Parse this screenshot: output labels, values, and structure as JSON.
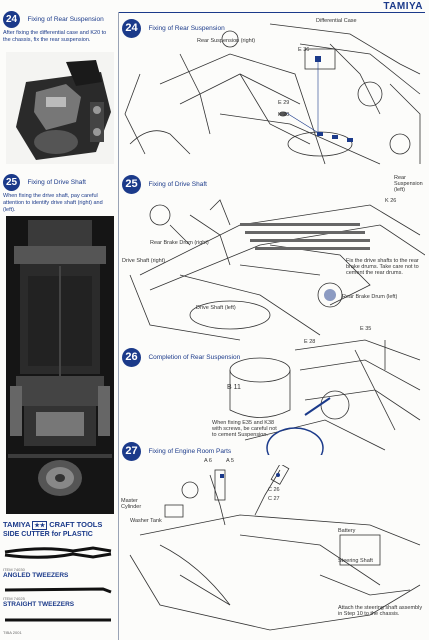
{
  "header": {
    "brand": "TAMIYA"
  },
  "steps": {
    "s24": {
      "number": "24",
      "title": "Fixing of Rear Suspension",
      "note": "After fixing the differential case and K20 to the chassis, fix the rear suspension.",
      "labels": {
        "diff_case": "Differential Case",
        "rear_susp_right": "Rear Suspension (right)",
        "e36": "E 36",
        "e29": "E 29",
        "k20": "K 20",
        "rear_susp": "Rear\nSuspension\n(left)",
        "k26": "K 26"
      }
    },
    "s25": {
      "number": "25",
      "title": "Fixing of Drive Shaft",
      "note": "When fixing the drive shaft, pay careful attention to identify drive shaft (right) and (left).",
      "labels": {
        "rear_brake_right": "Rear Brake Drum (right)",
        "drive_shaft_right": "Drive Shaft (right)",
        "drive_shaft_left": "Drive Shaft (left)",
        "rear_brake_left": "Rear Brake Drum (left)",
        "note_r": "Fix the drive shafts to the rear brake drums. Take care not to cement the rear drums."
      }
    },
    "s26": {
      "number": "26",
      "title": "Completion of Rear Suspension",
      "labels": {
        "e35": "E 35",
        "e28": "E 28",
        "b11": "B 11",
        "note": "When fixing E35 and K38 with screws, be careful not to cement Suspension."
      }
    },
    "s27": {
      "number": "27",
      "title": "Fixing of Engine Room Parts",
      "labels": {
        "a6": "A 6",
        "a5": "A 5",
        "c26": "C 26",
        "c27": "C 27",
        "master_cyl": "Master\nCylinder",
        "washer_tank": "Washer Tank",
        "battery": "Battery",
        "steering_shaft": "Steering Shaft",
        "note": "Attach the steering shaft assembly in Step 10 to the chassis."
      }
    }
  },
  "tools": {
    "brand": "TAMIYA",
    "title": "CRAFT TOOLS",
    "items": [
      {
        "caption": "",
        "name": "SIDE CUTTER for PLASTIC"
      },
      {
        "caption": "ITEM 74030",
        "name": "ANGLED TWEEZERS"
      },
      {
        "caption": "ITEM 74025",
        "name": "STRAIGHT TWEEZERS"
      }
    ]
  },
  "footer": {
    "code": "TIBA 2001"
  }
}
